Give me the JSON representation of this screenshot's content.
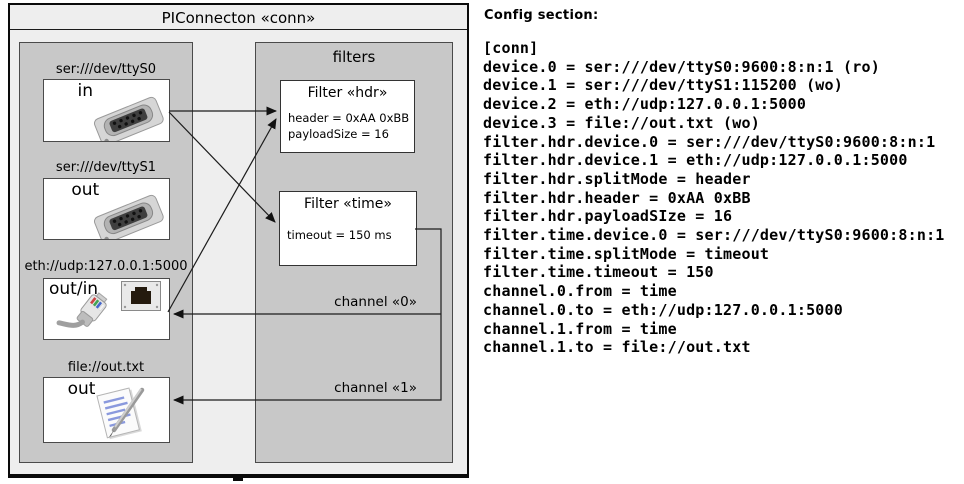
{
  "diagram": {
    "title": "PIConnecton «conn»",
    "filters_group_label": "filters",
    "devices": [
      {
        "label": "ser:///dev/ttyS0",
        "direction": "in",
        "icon": "serial-connector-icon"
      },
      {
        "label": "ser:///dev/ttyS1",
        "direction": "out",
        "icon": "serial-connector-icon"
      },
      {
        "label": "eth://udp:127.0.0.1:5000",
        "direction": "out/in",
        "icon": "ethernet-icon"
      },
      {
        "label": "file://out.txt",
        "direction": "out",
        "icon": "notepad-icon"
      }
    ],
    "filters": [
      {
        "title": "Filter «hdr»",
        "attributes": [
          "header = 0xAA 0xBB",
          "payloadSize = 16"
        ]
      },
      {
        "title": "Filter «time»",
        "attributes": [
          "timeout = 150 ms"
        ]
      }
    ],
    "channels": [
      {
        "label": "channel «0»"
      },
      {
        "label": "channel «1»"
      }
    ]
  },
  "config": {
    "heading": "Config section:",
    "lines": [
      "[conn]",
      "device.0 = ser:///dev/ttyS0:9600:8:n:1 (ro)",
      "device.1 = ser:///dev/ttyS1:115200 (wo)",
      "device.2 = eth://udp:127.0.0.1:5000",
      "device.3 = file://out.txt (wo)",
      "filter.hdr.device.0 = ser:///dev/ttyS0:9600:8:n:1",
      "filter.hdr.device.1 = eth://udp:127.0.0.1:5000",
      "filter.hdr.splitMode = header",
      "filter.hdr.header = 0xAA 0xBB",
      "filter.hdr.payloadSIze = 16",
      "filter.time.device.0 = ser:///dev/ttyS0:9600:8:n:1",
      "filter.time.splitMode = timeout",
      "filter.time.timeout = 150",
      "channel.0.from = time",
      "channel.0.to = eth://udp:127.0.0.1:5000",
      "channel.1.from = time",
      "channel.1.to = file://out.txt"
    ]
  },
  "colors": {
    "diagram_background": "#eeeeee",
    "group_background": "#c8c8c8",
    "box_background": "#ffffff",
    "border_dark": "#0a0a0a",
    "border_gray": "#4a4a4a",
    "text": "#000000"
  }
}
